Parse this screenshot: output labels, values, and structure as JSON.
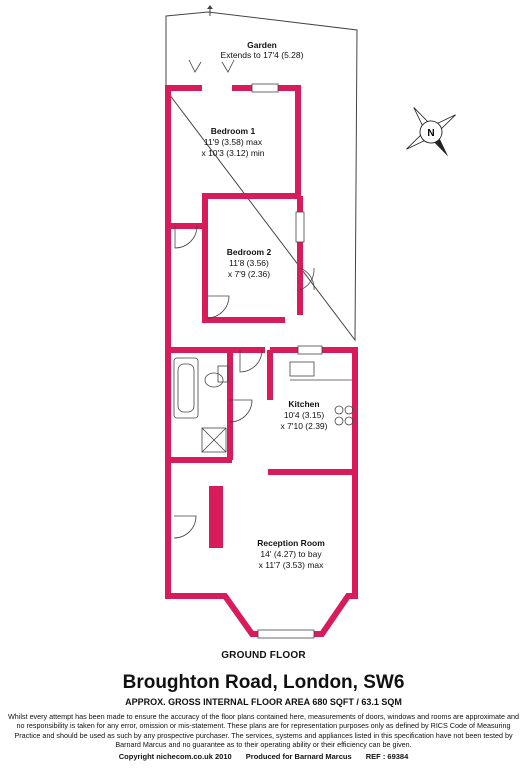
{
  "rooms": {
    "garden": {
      "name": "Garden",
      "line1": "Extends to 17'4 (5.28)"
    },
    "bedroom1": {
      "name": "Bedroom 1",
      "line1": "11'9 (3.58) max",
      "line2": "x 10'3 (3.12) min"
    },
    "bedroom2": {
      "name": "Bedroom 2",
      "line1": "11'8 (3.56)",
      "line2": "x 7'9 (2.36)"
    },
    "kitchen": {
      "name": "Kitchen",
      "line1": "10'4 (3.15)",
      "line2": "x 7'10 (2.39)"
    },
    "reception": {
      "name": "Reception Room",
      "line1": "14' (4.27) to bay",
      "line2": "x 11'7 (3.53) max"
    }
  },
  "compass": {
    "letter": "N"
  },
  "floor_label": "GROUND FLOOR",
  "address": "Broughton Road, London, SW6",
  "area": "APPROX. GROSS INTERNAL FLOOR AREA 680 SQFT / 63.1 SQM",
  "disclaimer": "Whilst every attempt has been made to ensure the accuracy of the floor plans contained here, measurements of doors, windows and rooms are approximate and no responsibility is taken for any error, omission or mis-statement.  These plans are for representation purposes only as defined by RICS Code of Measuring Practice and should be used as such by any prospective purchaser.  The services, systems and appliances listed in this specification have not been tested by Barnard Marcus  and no guarantee as to their operating ability or their efficiency can be given.",
  "footer": {
    "copyright": "Copyright nichecom.co.uk 2010",
    "produced": "Produced for Barnard Marcus",
    "ref": "REF : 69384"
  },
  "colors": {
    "wall": "#d81b5a",
    "line": "#444444",
    "text": "#111111"
  }
}
